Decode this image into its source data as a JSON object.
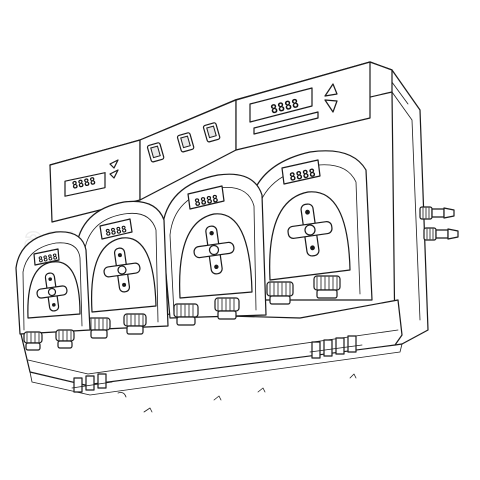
{
  "watermark": "aquamarket.kz",
  "displays": {
    "top_panel": "8888",
    "left_panel": "8888",
    "pump1": "8888",
    "pump2": "8888",
    "pump3": "8888",
    "pump4": "8888"
  },
  "colors": {
    "line": "#1a1a1a",
    "background": "#ffffff",
    "watermark": "#ececec"
  }
}
